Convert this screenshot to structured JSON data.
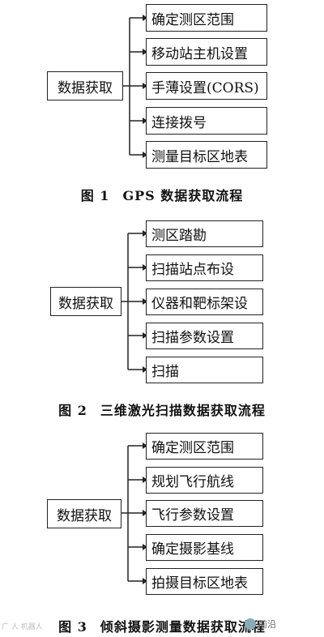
{
  "diagrams": [
    {
      "root": "数据获取",
      "items": [
        "确定测区范围",
        "移动站主机设置",
        "手薄设置(CORS)",
        "连接拨号",
        "测量目标区地表"
      ],
      "caption_num": "图 1",
      "caption_text": "GPS 数据获取流程"
    },
    {
      "root": "数据获取",
      "items": [
        "测区踏勘",
        "扫描站点布设",
        "仪器和靶标架设",
        "扫描参数设置",
        "扫描"
      ],
      "caption_num": "图 2",
      "caption_text": "三维激光扫描数据获取流程"
    },
    {
      "root": "数据获取",
      "items": [
        "确定测区范围",
        "规划飞行航线",
        "飞行参数设置",
        "确定摄影基线",
        "拍摄目标区地表"
      ],
      "caption_num": "图 3",
      "caption_text": "倾斜摄影测量数据获取流程"
    }
  ],
  "watermark_left": "广 人 机器人",
  "watermark_right": "前沿"
}
